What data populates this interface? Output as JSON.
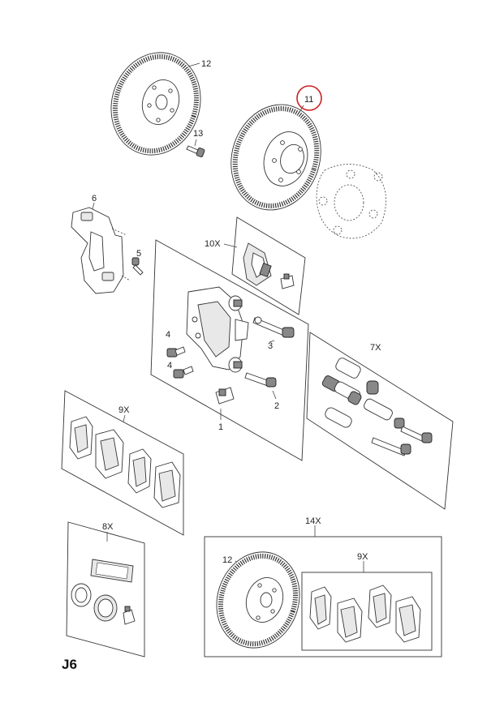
{
  "diagram": {
    "page_code": "J6",
    "highlight_color": "#cc2222",
    "highlighted_part": "11",
    "labels": {
      "p12_top": "12",
      "p11": "11",
      "p13": "13",
      "p6": "6",
      "p5": "5",
      "p10x": "10X",
      "p4a": "4",
      "p4b": "4",
      "p3": "3",
      "p2": "2",
      "p1": "1",
      "p7x": "7X",
      "p9x_left": "9X",
      "p8x": "8X",
      "p14x": "14X",
      "p12_kit": "12",
      "p9x_kit": "9X"
    }
  }
}
